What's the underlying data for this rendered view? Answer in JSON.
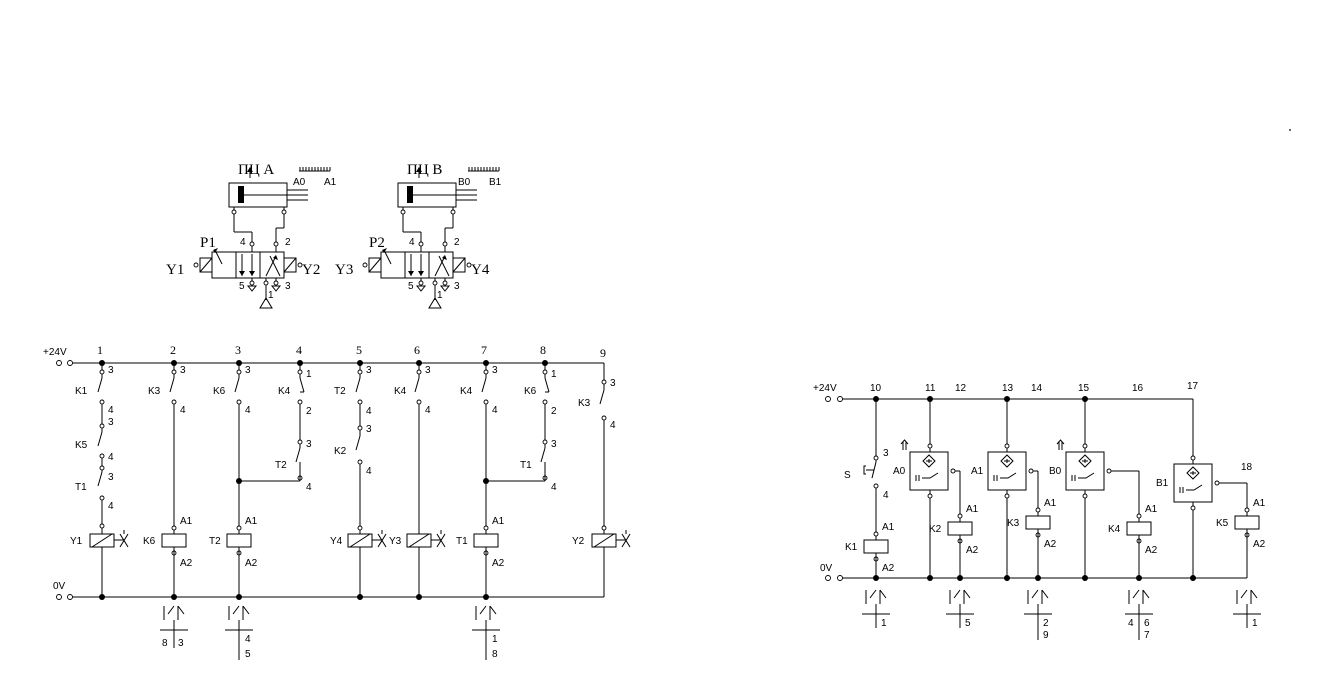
{
  "pneumatic": {
    "cylA": {
      "title": "ПЦ А",
      "s0": "A0",
      "s1": "A1",
      "pilot": "P1",
      "solL": "Y1",
      "solR": "Y2",
      "p4": "4",
      "p2": "2",
      "p5": "5",
      "p1": "1",
      "p3": "3"
    },
    "cylB": {
      "title": "ПЦ В",
      "s0": "B0",
      "s1": "B1",
      "pilot": "P2",
      "solL": "Y3",
      "solR": "Y4",
      "p4": "4",
      "p2": "2",
      "p5": "5",
      "p1": "1",
      "p3": "3"
    }
  },
  "left": {
    "supply": "+24V",
    "ground": "0V",
    "lines": [
      {
        "num": "1",
        "top": [
          {
            "n": "3"
          },
          {
            "n": "K1"
          },
          {
            "n": "4"
          },
          {
            "n": "3"
          },
          {
            "n": "K5"
          },
          {
            "n": "4"
          },
          {
            "n": "3"
          },
          {
            "n": "T1"
          },
          {
            "n": "4"
          }
        ],
        "load": "Y1"
      },
      {
        "num": "2",
        "c1": "3",
        "name1": "K3",
        "c2": "4",
        "loadName": "K6",
        "a1": "A1",
        "a2": "A2"
      },
      {
        "num": "3",
        "c1": "3",
        "name1": "K6",
        "c2": "4",
        "loadName": "T2",
        "a1": "A1",
        "a2": "A2"
      },
      {
        "num": "4",
        "c1": "1",
        "name1": "K4",
        "c2": "2",
        "c3": "3",
        "name2": "T2",
        "c4": "4"
      },
      {
        "num": "5",
        "c1": "3",
        "name1": "T2",
        "c2": "4",
        "c3": "3",
        "name2": "K2",
        "c4": "4",
        "loadName": "Y4"
      },
      {
        "num": "6",
        "c1": "3",
        "name1": "K4",
        "c2": "4",
        "loadName": "Y3"
      },
      {
        "num": "7",
        "c1": "3",
        "name1": "K4",
        "c2": "4",
        "loadName": "T1",
        "a1": "A1",
        "a2": "A2"
      },
      {
        "num": "8",
        "c1": "1",
        "name1": "K6",
        "c2": "2",
        "c3": "3",
        "name2": "T1",
        "c4": "4"
      },
      {
        "num": "9",
        "c1": "3",
        "name1": "K3",
        "c2": "4",
        "loadName": "Y2"
      }
    ],
    "refs": [
      {
        "left": "8",
        "right": "3"
      },
      {
        "line1": "4",
        "line2": "5"
      },
      {
        "line1": "1",
        "line2": "8"
      }
    ]
  },
  "right": {
    "supply": "+24V",
    "ground": "0V",
    "nums": [
      "10",
      "11",
      "12",
      "13",
      "14",
      "15",
      "16",
      "17",
      "18"
    ],
    "s": {
      "name": "S",
      "c1": "3",
      "c2": "4"
    },
    "sensors": [
      "A0",
      "A1",
      "B0",
      "B1"
    ],
    "coils": [
      {
        "name": "K1",
        "a1": "A1",
        "a2": "A2"
      },
      {
        "name": "K2",
        "a1": "A1",
        "a2": "A2"
      },
      {
        "name": "K3",
        "a1": "A1",
        "a2": "A2"
      },
      {
        "name": "K4",
        "a1": "A1",
        "a2": "A2"
      },
      {
        "name": "K5",
        "a1": "A1",
        "a2": "A2"
      }
    ],
    "refs": [
      {
        "line1": "1"
      },
      {
        "line1": "5"
      },
      {
        "line1": "2",
        "line2": "9"
      },
      {
        "left": "4",
        "right": "6",
        "line2": "7"
      },
      {
        "line1": "1"
      }
    ]
  },
  "colors": {
    "ink": "#000000",
    "background": "#ffffff"
  }
}
